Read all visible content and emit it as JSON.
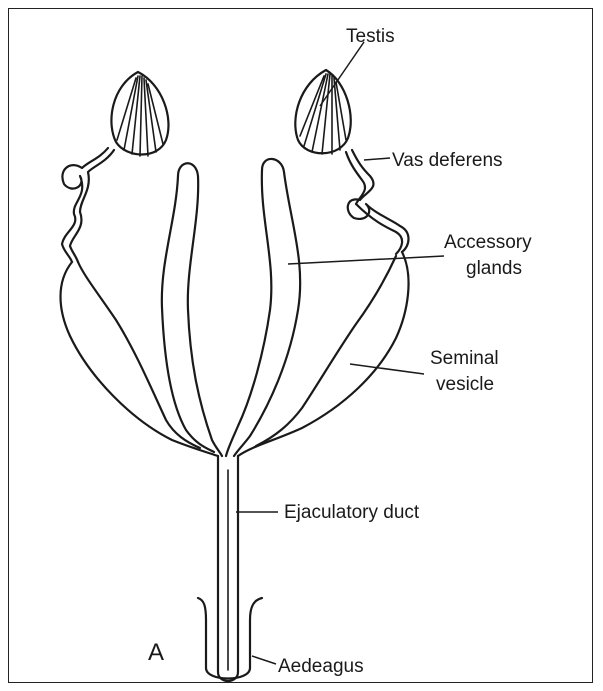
{
  "labels": {
    "testis": "Testis",
    "vas_deferens": "Vas deferens",
    "accessory_line1": "Accessory",
    "accessory_line2": "glands",
    "seminal_line1": "Seminal",
    "seminal_line2": "vesicle",
    "ejaculatory_duct": "Ejaculatory duct",
    "aedeagus": "Aedeagus",
    "panel_letter": "A"
  }
}
